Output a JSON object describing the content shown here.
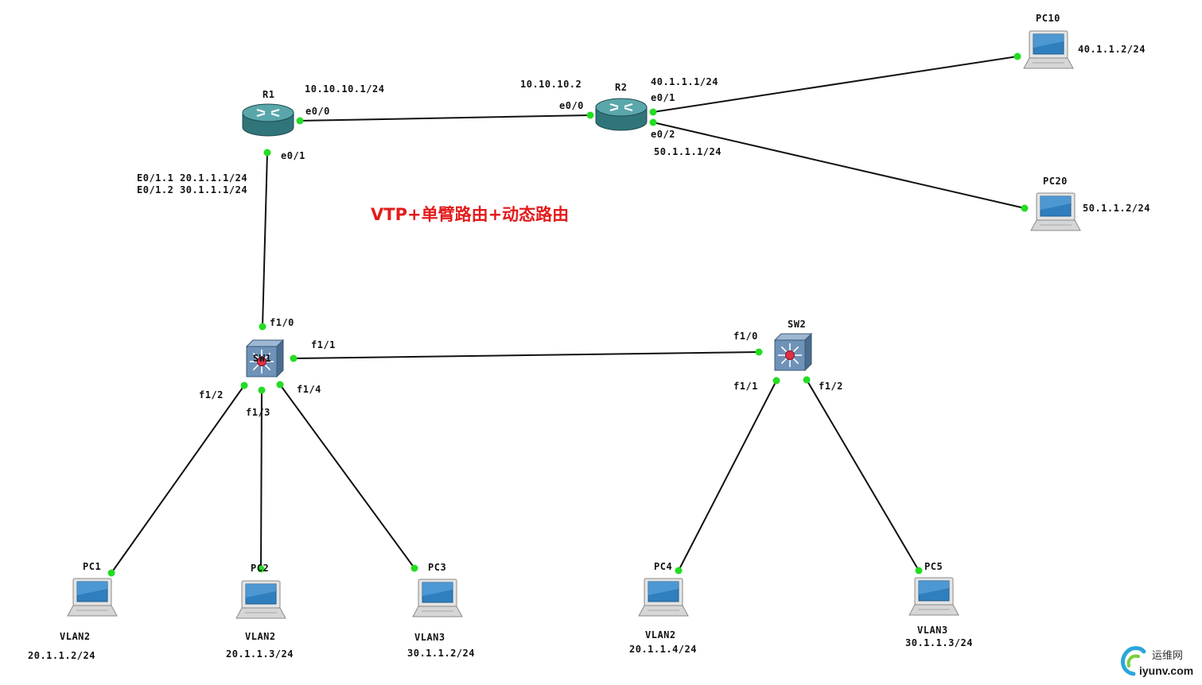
{
  "title": "VTP+单臂路由+动态路由",
  "colors": {
    "link": "#111111",
    "port_dot": "#22dd22",
    "title": "#e31b1b",
    "router": "#3f8f93",
    "switch": "#6f93b8",
    "switch_core": "#e0304a"
  },
  "devices": [
    {
      "id": "R1",
      "label": "R1",
      "type": "router"
    },
    {
      "id": "R2",
      "label": "R2",
      "type": "router"
    },
    {
      "id": "SW1",
      "label": "SW1",
      "type": "switch"
    },
    {
      "id": "SW2",
      "label": "SW2",
      "type": "switch"
    },
    {
      "id": "PC10",
      "label": "PC10",
      "type": "pc"
    },
    {
      "id": "PC20",
      "label": "PC20",
      "type": "pc"
    },
    {
      "id": "PC1",
      "label": "PC1",
      "type": "pc"
    },
    {
      "id": "PC2",
      "label": "PC2",
      "type": "pc"
    },
    {
      "id": "PC3",
      "label": "PC3",
      "type": "pc"
    },
    {
      "id": "PC4",
      "label": "PC4",
      "type": "pc"
    },
    {
      "id": "PC5",
      "label": "PC5",
      "type": "pc"
    }
  ],
  "links": [
    {
      "from": "R1",
      "to": "R2"
    },
    {
      "from": "R1",
      "to": "SW1"
    },
    {
      "from": "R2",
      "to": "PC10"
    },
    {
      "from": "R2",
      "to": "PC20"
    },
    {
      "from": "SW1",
      "to": "SW2"
    },
    {
      "from": "SW1",
      "to": "PC1"
    },
    {
      "from": "SW1",
      "to": "PC2"
    },
    {
      "from": "SW1",
      "to": "PC3"
    },
    {
      "from": "SW2",
      "to": "PC4"
    },
    {
      "from": "SW2",
      "to": "PC5"
    }
  ],
  "labels": {
    "r1_ip": "10.10.10.1/24",
    "r1_e00": "e0/0",
    "r1_e01": "e0/1",
    "r1_sub1": "E0/1.1 20.1.1.1/24",
    "r1_sub2": "E0/1.2 30.1.1.1/24",
    "r2_ip": "10.10.10.2",
    "r2_e00": "e0/0",
    "r2_e01_ip": "40.1.1.1/24",
    "r2_e01": "e0/1",
    "r2_e02": "e0/2",
    "r2_e02_ip": "50.1.1.1/24",
    "pc10_ip": "40.1.1.2/24",
    "pc20_ip": "50.1.1.2/24",
    "sw1_f10": "f1/0",
    "sw1_f11": "f1/1",
    "sw1_f12": "f1/2",
    "sw1_f13": "f1/3",
    "sw1_f14": "f1/4",
    "sw2_f10": "f1/0",
    "sw2_f11": "f1/1",
    "sw2_f12": "f1/2",
    "pc1_vlan": "VLAN2",
    "pc1_ip": "20.1.1.2/24",
    "pc2_vlan": "VLAN2",
    "pc2_ip": "20.1.1.3/24",
    "pc3_vlan": "VLAN3",
    "pc3_ip": "30.1.1.2/24",
    "pc4_vlan": "VLAN2",
    "pc4_ip": "20.1.1.4/24",
    "pc5_vlan": "VLAN3",
    "pc5_ip": "30.1.1.3/24"
  },
  "watermark": {
    "cn": "运维网",
    "en": "iyunv.com"
  }
}
